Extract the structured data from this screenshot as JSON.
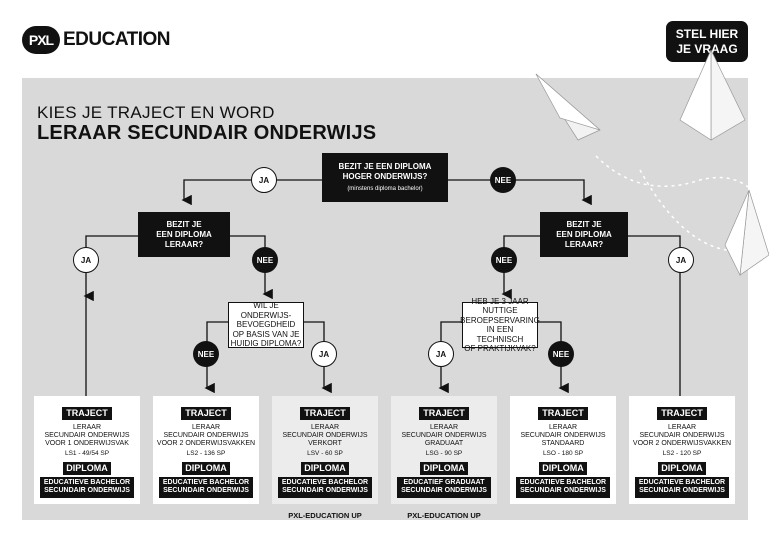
{
  "logo": {
    "badge": "PXL",
    "text": "EDUCATION"
  },
  "ask_button": {
    "line1": "STEL HIER",
    "line2": "JE VRAAG"
  },
  "heading": {
    "subtitle": "KIES JE TRAJECT EN WORD",
    "title": "LERAAR SECUNDAIR ONDERWIJS"
  },
  "questions": {
    "q1": {
      "line1": "BEZIT JE EEN DIPLOMA",
      "line2": "HOGER ONDERWIJS?",
      "note": "(minstens diploma bachelor)"
    },
    "q2_left": {
      "line1": "BEZIT JE",
      "line2": "EEN DIPLOMA",
      "line3": "LERAAR?"
    },
    "q2_right": {
      "line1": "BEZIT JE",
      "line2": "EEN DIPLOMA",
      "line3": "LERAAR?"
    },
    "q3_left": {
      "line1": "WIL JE",
      "line2": "ONDERWIJS-",
      "line3": "BEVOEGDHEID",
      "line4": "OP BASIS VAN JE",
      "line5": "HUIDIG DIPLOMA?"
    },
    "q3_right": {
      "line1": "HEB JE 3 JAAR",
      "line2": "NUTTIGE",
      "line3": "BEROEPSERVARING",
      "line4": "IN EEN TECHNISCH",
      "line5": "OF PRAKTIJKVAK?"
    }
  },
  "answers": {
    "q1_yes": "JA",
    "q1_no": "NEE",
    "q2l_yes": "JA",
    "q2l_no": "NEE",
    "q2r_no": "NEE",
    "q2r_yes": "JA",
    "q3l_no": "NEE",
    "q3l_yes": "JA",
    "q3r_yes": "JA",
    "q3r_no": "NEE"
  },
  "tracks": [
    {
      "tag": "TRAJECT",
      "l1": "LERAAR",
      "l2": "SECUNDAIR ONDERWIJS",
      "l3": "VOOR 1 ONDERWIJSVAK",
      "code": "LS1 - 49/54 SP",
      "dtag": "DIPLOMA",
      "d1": "EDUCATIEVE BACHELOR",
      "d2": "SECUNDAIR ONDERWIJS",
      "note": ""
    },
    {
      "tag": "TRAJECT",
      "l1": "LERAAR",
      "l2": "SECUNDAIR ONDERWIJS",
      "l3": "VOOR 2 ONDERWIJSVAKKEN",
      "code": "LS2 - 136 SP",
      "dtag": "DIPLOMA",
      "d1": "EDUCATIEVE BACHELOR",
      "d2": "SECUNDAIR ONDERWIJS",
      "note": ""
    },
    {
      "tag": "TRAJECT",
      "l1": "LERAAR",
      "l2": "SECUNDAIR ONDERWIJS",
      "l3": "VERKORT",
      "code": "LSV - 60 SP",
      "dtag": "DIPLOMA",
      "d1": "EDUCATIEVE BACHELOR",
      "d2": "SECUNDAIR ONDERWIJS",
      "note": "PXL-EDUCATION UP"
    },
    {
      "tag": "TRAJECT",
      "l1": "LERAAR",
      "l2": "SECUNDAIR ONDERWIJS",
      "l3": "GRADUAAT",
      "code": "LSG - 90 SP",
      "dtag": "DIPLOMA",
      "d1": "EDUCATIEF GRADUAAT",
      "d2": "SECUNDAIR ONDERWIJS",
      "note": "PXL-EDUCATION UP"
    },
    {
      "tag": "TRAJECT",
      "l1": "LERAAR",
      "l2": "SECUNDAIR ONDERWIJS",
      "l3": "STANDAARD",
      "code": "LSO - 180 SP",
      "dtag": "DIPLOMA",
      "d1": "EDUCATIEVE BACHELOR",
      "d2": "SECUNDAIR ONDERWIJS",
      "note": ""
    },
    {
      "tag": "TRAJECT",
      "l1": "LERAAR",
      "l2": "SECUNDAIR ONDERWIJS",
      "l3": "VOOR 2 ONDERWIJSVAKKEN",
      "code": "LS2 - 120 SP",
      "dtag": "DIPLOMA",
      "d1": "EDUCATIEVE BACHELOR",
      "d2": "SECUNDAIR ONDERWIJS",
      "note": ""
    }
  ],
  "colors": {
    "panel": "#d9d9d9",
    "ink": "#111111",
    "card": "#ffffff",
    "card_highlight": "#ececec"
  },
  "icons": [
    "paper-plane-icon"
  ]
}
